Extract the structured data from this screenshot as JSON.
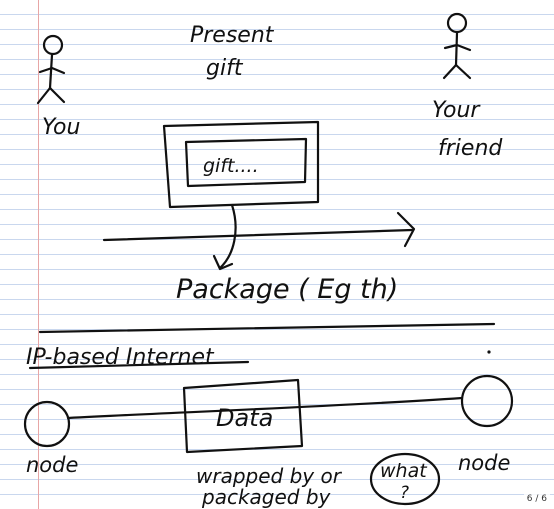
{
  "top_scene": {
    "present_label_line1": "Present",
    "present_label_line2": "gift",
    "sender_label": "You",
    "receiver_label_line1": "Your",
    "receiver_label_line2": "friend",
    "inner_box_label": "gift....",
    "package_label": "Package ( Eg th)"
  },
  "bottom_scene": {
    "section_title": "IP-based Internet",
    "left_node_label": "node",
    "right_node_label": "node",
    "data_box_label": "Data",
    "caption_line1": "wrapped by   or",
    "caption_line2": "packaged by",
    "question_bubble_line1": "what",
    "question_bubble_line2": "?"
  },
  "page_indicator": "6 / 6",
  "colors": {
    "ink": "#111111",
    "rule_line": "#c9d7ee",
    "margin_line": "#e7a6a6",
    "paper": "#ffffff"
  }
}
